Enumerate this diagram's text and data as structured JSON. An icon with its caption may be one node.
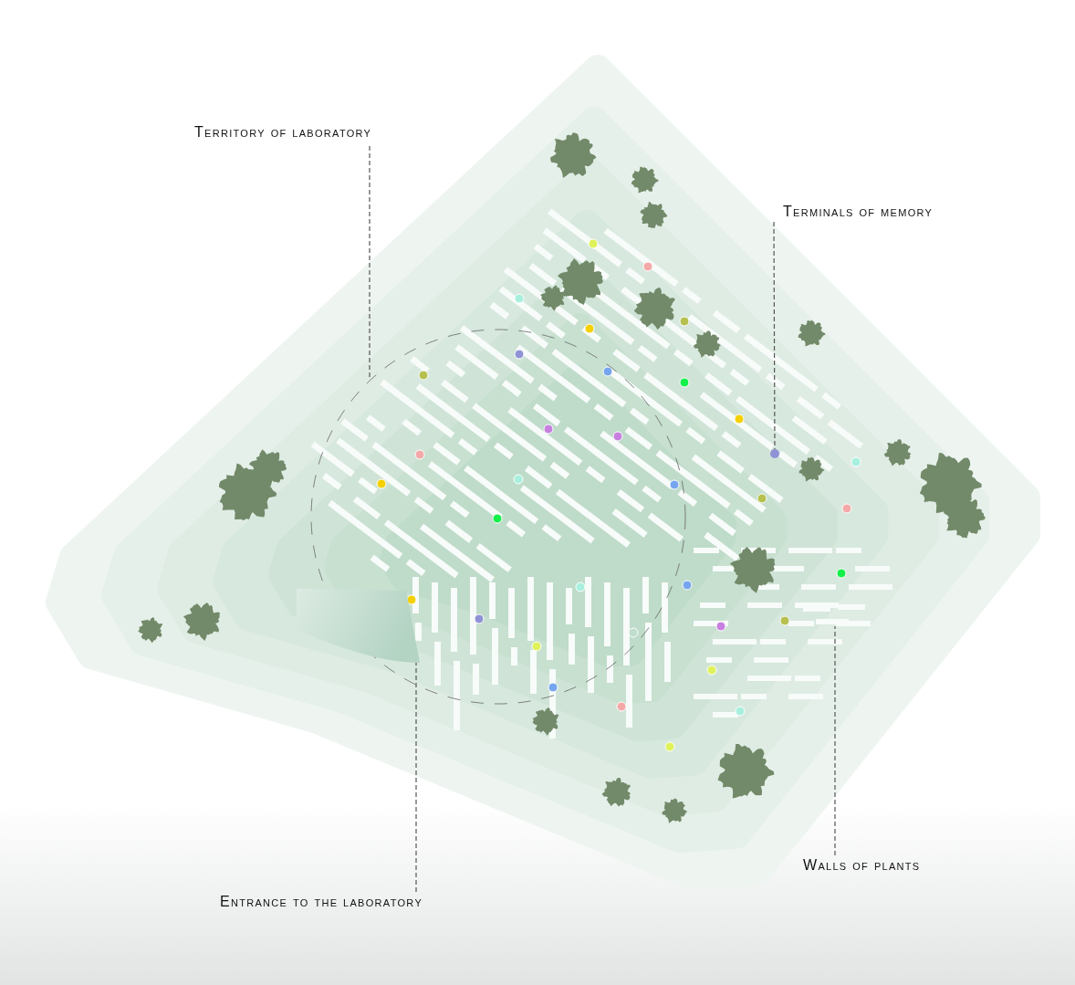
{
  "diagram": {
    "nodes": [
      {
        "text": [
          "Territory of laboratory"
        ]
      },
      {
        "text": [],
        "shape": "circle"
      },
      {
        "text": [
          "Terminals of memory"
        ]
      },
      {
        "text": [],
        "shape": "circle"
      },
      {
        "text": [
          "Walls of plants"
        ]
      },
      {
        "text": [],
        "shape": "bar"
      },
      {
        "text": [
          "Entrance to the laboratory"
        ]
      },
      {
        "text": [],
        "shape": "box"
      }
    ],
    "edges": [
      {
        "from": 0,
        "to": 1,
        "arrow": "none",
        "style": "dashed"
      },
      {
        "from": 2,
        "to": 3,
        "arrow": "none",
        "style": "dashed"
      },
      {
        "from": 4,
        "to": 5,
        "arrow": "none",
        "style": "dashed"
      },
      {
        "from": 6,
        "to": 7,
        "arrow": "none",
        "style": "dashed"
      }
    ]
  }
}
